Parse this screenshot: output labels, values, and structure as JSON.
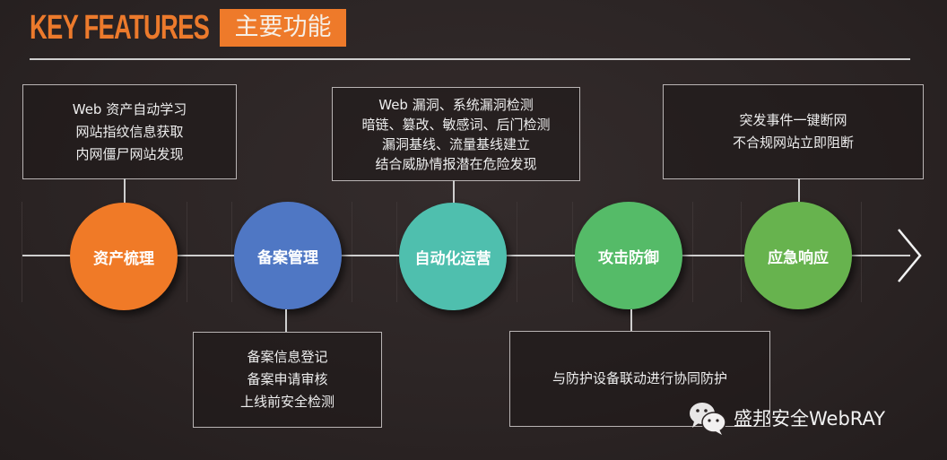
{
  "header": {
    "title_en": "KEY FEATURES",
    "title_cn": "主要功能"
  },
  "colors": {
    "background": "#2b2424",
    "accent_orange": "#ee7a2a",
    "node_asset": "#f07a27",
    "node_filing": "#4f77c4",
    "node_ops": "#4fbfae",
    "node_defense": "#55bb68",
    "node_emergency": "#67b34e"
  },
  "nodes": [
    {
      "label": "资产梳理"
    },
    {
      "label": "备案管理"
    },
    {
      "label": "自动化运营"
    },
    {
      "label": "攻击防御"
    },
    {
      "label": "应急响应"
    }
  ],
  "boxes": {
    "asset": {
      "lines": [
        "Web 资产自动学习",
        "网站指纹信息获取",
        "内网僵尸网站发现"
      ]
    },
    "filing": {
      "lines": [
        "备案信息登记",
        "备案申请审核",
        "上线前安全检测"
      ]
    },
    "ops": {
      "lines": [
        "Web 漏洞、系统漏洞检测",
        "暗链、篡改、敏感词、后门检测",
        "漏洞基线、流量基线建立",
        "结合威胁情报潜在危险发现"
      ]
    },
    "defense": {
      "lines": [
        "与防护设备联动进行协同防护"
      ]
    },
    "emergency": {
      "lines": [
        "突发事件一键断网",
        "不合规网站立即阻断"
      ]
    }
  },
  "watermark": {
    "text": "盛邦安全WebRAY",
    "icon": "wechat-icon"
  }
}
